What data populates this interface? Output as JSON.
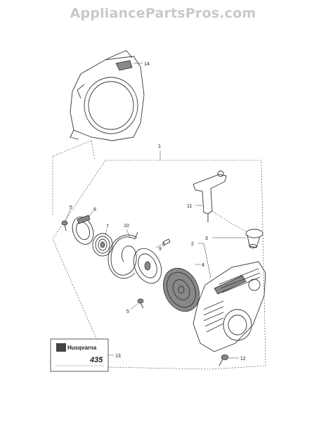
{
  "watermark": "AppliancePartsPros.com",
  "callouts": {
    "c1": "1",
    "c2": "2",
    "c3": "3",
    "c4": "4",
    "c5a": "5",
    "c5b": "5",
    "c6": "6",
    "c7": "7",
    "c8": "8",
    "c9": "9",
    "c10": "10",
    "c11": "11",
    "c12": "12",
    "c13": "13",
    "c14": "14"
  },
  "decal": {
    "brand": "Husqvarna",
    "model": "435"
  }
}
